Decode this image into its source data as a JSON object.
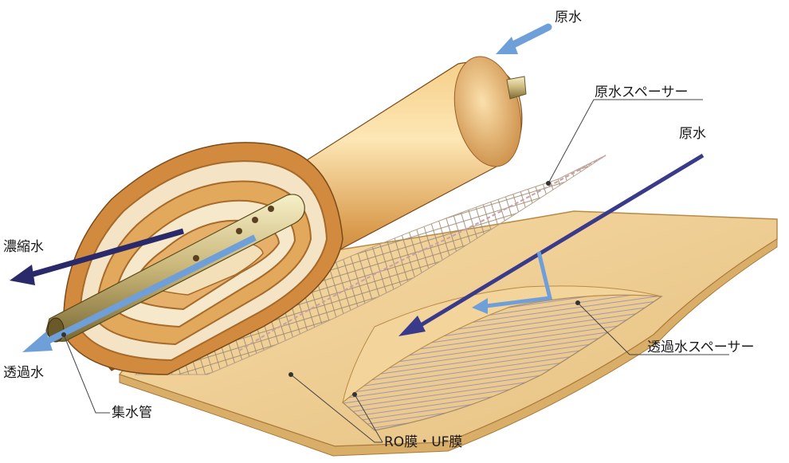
{
  "labels": {
    "raw_water_top": "原水",
    "raw_water_spacer": "原水スペーサー",
    "raw_water_right": "原水",
    "concentrate": "濃縮水",
    "permeate": "透過水",
    "permeate_spacer": "透過水スペーサー",
    "collection_pipe": "集水管",
    "membrane": "RO膜・UF膜"
  },
  "colors": {
    "membrane_tan": "#e8c98a",
    "copper": "#c8863a",
    "arrow_dark": "#2a2a6a",
    "arrow_light": "#6f9fd8"
  }
}
